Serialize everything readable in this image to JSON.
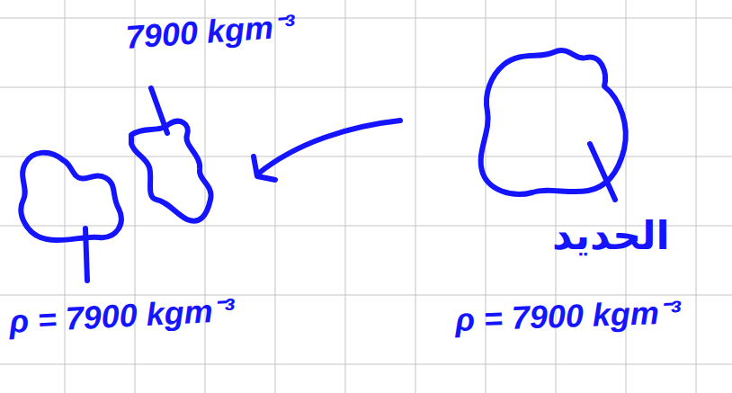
{
  "diagram": {
    "labels": [
      "7900 kgm⁻³",
      "ρ = 7900 kgm⁻³",
      "الحديد",
      "ρ = 7900 kgm⁻³"
    ]
  }
}
